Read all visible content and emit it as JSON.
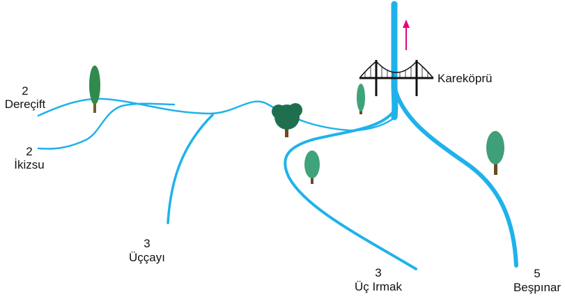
{
  "colors": {
    "river": "#1fb2ea",
    "arrow": "#e6007e",
    "tree_dark": "#1f6f4f",
    "tree_light": "#3fa37a",
    "bridge": "#111111"
  },
  "labels": {
    "derecift": {
      "value": "2",
      "name": "Dereçift"
    },
    "ikizsu": {
      "value": "2",
      "name": "İkizsu"
    },
    "uccayi": {
      "value": "3",
      "name": "Üççayı"
    },
    "uc_irmak": {
      "value": "3",
      "name": "Üç Irmak"
    },
    "besp": {
      "value": "5",
      "name": "Beşpınar"
    },
    "bridge": {
      "name": "Kareköprü"
    }
  },
  "icons": [
    "bridge-icon",
    "tree-icon",
    "flow-arrow-icon"
  ]
}
